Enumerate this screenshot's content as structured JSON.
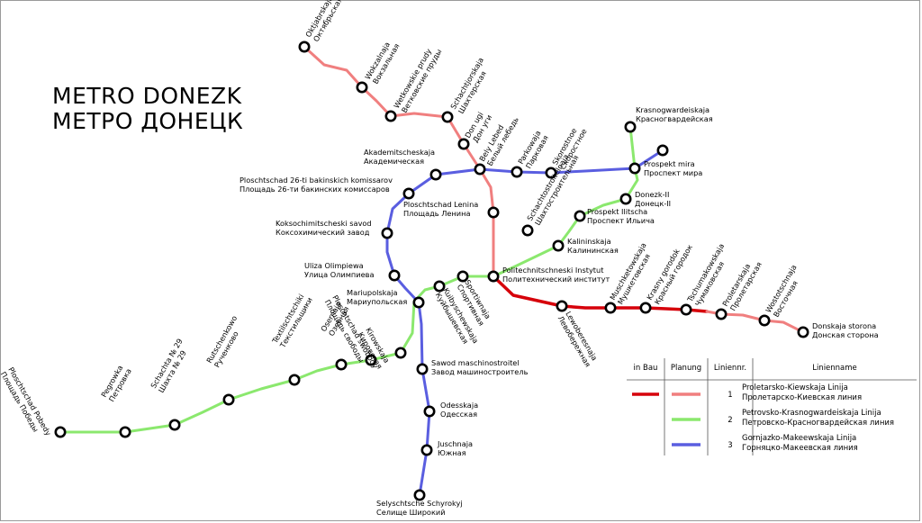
{
  "title": {
    "line1": "METRO DONEZK",
    "line2": "МЕТРО ДОНЕЦК"
  },
  "colors": {
    "line1_construction": "#d6000a",
    "line1_planned": "#f07f7f",
    "line2": "#8be86e",
    "line3": "#5a5ee0",
    "station_ring": "#000000",
    "station_fill": "#ffffff"
  },
  "stations": [
    {
      "id": "oktjabrskaja",
      "lat": "Oktjabrskaja",
      "cyr": "Октябрьская"
    },
    {
      "id": "wokzalnaja",
      "lat": "Wokzalnaja",
      "cyr": "Вокзальная"
    },
    {
      "id": "wetkowskie",
      "lat": "Wetkowskie prudy",
      "cyr": "Ветковские пруды"
    },
    {
      "id": "schachtjorskaja",
      "lat": "Schachtjorskaja",
      "cyr": "Шахтерская"
    },
    {
      "id": "donugi",
      "lat": "Don ugi",
      "cyr": "Дон уги"
    },
    {
      "id": "belylebed",
      "lat": "Bely Lebed",
      "cyr": "Белый лебедь"
    },
    {
      "id": "parkowaja",
      "lat": "Parkowaja",
      "cyr": "Парковая"
    },
    {
      "id": "skorostnoe",
      "lat": "Skorostnoe",
      "cyr": "Скоростное"
    },
    {
      "id": "prospektmira",
      "lat": "Prospekt mira",
      "cyr": "Проспект мира"
    },
    {
      "id": "krasnogwardeiskaja",
      "lat": "Krasnogwardeiskaja",
      "cyr": "Красногвардейская"
    },
    {
      "id": "donezk2",
      "lat": "Donezk-II",
      "cyr": "Донецк-II"
    },
    {
      "id": "iljitscha",
      "lat": "Prospekt Ilitscha",
      "cyr": "Проспект Ильича"
    },
    {
      "id": "kalininskaja",
      "lat": "Kalininskaja",
      "cyr": "Калининская"
    },
    {
      "id": "schachtostr",
      "lat": "Schachtostroitelnaja",
      "cyr": "Шахтостроительная"
    },
    {
      "id": "akademitscheskaja",
      "lat": "Akademitscheskaja",
      "cyr": "Академическая"
    },
    {
      "id": "bakinskich",
      "lat": "Ploschtschad 26-ti bakinskich komissarov",
      "cyr": "Площадь 26-ти бакинских комиссаров"
    },
    {
      "id": "lenina",
      "lat": "Ploschtschad Lenina",
      "cyr": "Площадь Ленина"
    },
    {
      "id": "koksochim",
      "lat": "Koksochimitscheski savod",
      "cyr": "Коксохимический завод"
    },
    {
      "id": "olimpiewa",
      "lat": "Uliza Olimpiewa",
      "cyr": "Улица Олимпиева"
    },
    {
      "id": "politechn",
      "lat": "Politechnitschneski Instytut",
      "cyr": "Политехнический институт"
    },
    {
      "id": "sportiwnaja",
      "lat": "Sportiwnaja",
      "cyr": "Спортивная"
    },
    {
      "id": "kuibyschewskaja",
      "lat": "Kuibyschewskaja",
      "cyr": "Куйбышевская"
    },
    {
      "id": "mariupolskaja",
      "lat": "Mariupolskaja",
      "cyr": "Мариупольская"
    },
    {
      "id": "swobody",
      "lat": "Ploschtschad swobody",
      "cyr": "Площадь свободы"
    },
    {
      "id": "kirowskaja",
      "lat": "Kirowskaja",
      "cyr": "Кировская"
    },
    {
      "id": "osernaja",
      "lat": "Osernaja",
      "cyr": "Озерная"
    },
    {
      "id": "textilschtschiki",
      "lat": "Textilschtschiki",
      "cyr": "Текстильщики"
    },
    {
      "id": "rutschenkowo",
      "lat": "Rutschenkowo",
      "cyr": "Рученково"
    },
    {
      "id": "schachta29",
      "lat": "Schachta № 29",
      "cyr": "Шахта № 29"
    },
    {
      "id": "pegrowka",
      "lat": "Pegrowka",
      "cyr": "Петровка"
    },
    {
      "id": "pobedy",
      "lat": "Ploschtschad Pobedy",
      "cyr": "Площадь Победы"
    },
    {
      "id": "sawod",
      "lat": "Sawod maschinostroitel",
      "cyr": "Завод машиностроитель"
    },
    {
      "id": "odesskaja",
      "lat": "Odesskaja",
      "cyr": "Одесская"
    },
    {
      "id": "juschnaja",
      "lat": "Juschnaja",
      "cyr": "Южная"
    },
    {
      "id": "schyrokyj",
      "lat": "Selyschtsche Schyrokyj",
      "cyr": "Селище Широкий"
    },
    {
      "id": "lewoberesch",
      "lat": "Lewoberesnaja",
      "cyr": "Левобережная"
    },
    {
      "id": "muschketowskaja",
      "lat": "Muschketowskaja",
      "cyr": "Мушкетовская"
    },
    {
      "id": "krasnyj",
      "lat": "Krasny gorodok",
      "cyr": "Красный городок"
    },
    {
      "id": "tschumakowskaja",
      "lat": "Tschumakowskaja",
      "cyr": "Чумаковская"
    },
    {
      "id": "proletarskaja",
      "lat": "Proletarskaja",
      "cyr": "Пролетарская"
    },
    {
      "id": "wostotschnaja",
      "lat": "Wostotschnaja",
      "cyr": "Восточная"
    },
    {
      "id": "donskaja",
      "lat": "Donskaja storona",
      "cyr": "Донская сторона"
    }
  ],
  "legend": {
    "headers": {
      "inbau": "in Bau",
      "planung": "Planung",
      "liniennr": "Liniennr.",
      "linienname": "Linienname"
    },
    "rows": [
      {
        "nr": "1",
        "name_lat": "Proletarsko-Kiewskaja Linija",
        "name_cyr": "Пролетарско-Киевская линия",
        "inbau": "#d6000a",
        "planung": "#f07f7f"
      },
      {
        "nr": "2",
        "name_lat": "Petrovsko-Krasnogwardeiskaja Linija",
        "name_cyr": "Петровско-Красногвардейская линия",
        "inbau": "",
        "planung": "#8be86e"
      },
      {
        "nr": "3",
        "name_lat": "Gornjazko-Makeewskaja Linija",
        "name_cyr": "Горняцко-Макеевская линия",
        "inbau": "",
        "planung": "#5a5ee0"
      }
    ]
  }
}
